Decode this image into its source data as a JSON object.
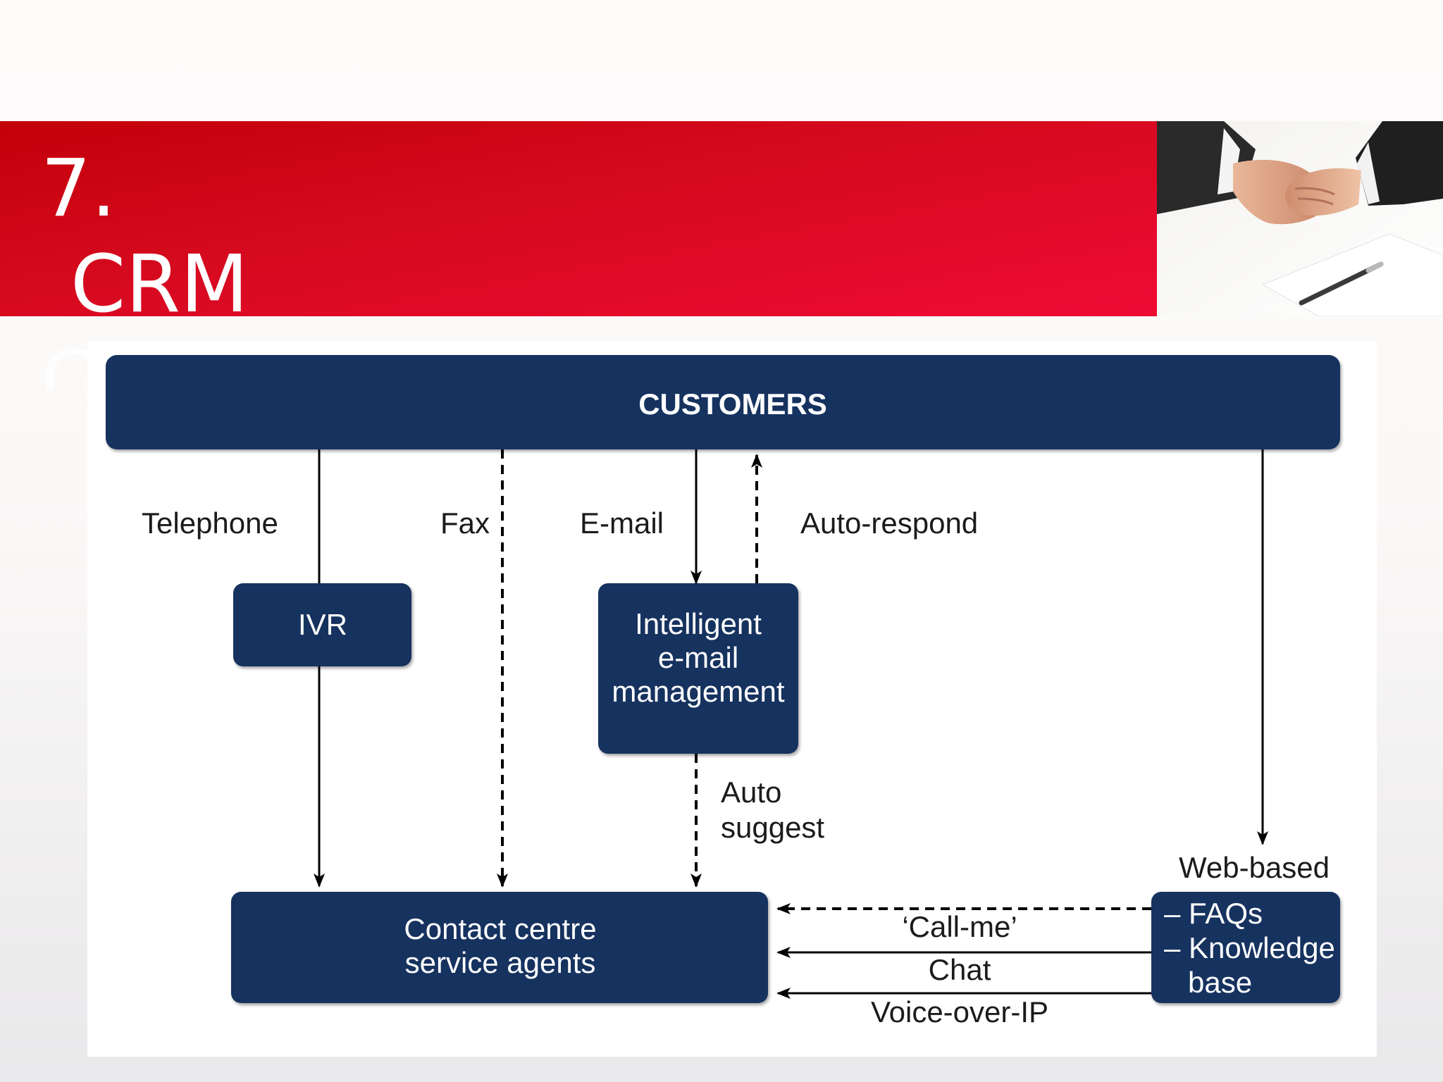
{
  "slide": {
    "number": "7.",
    "title_word": "CRM",
    "title_cutoff": "C",
    "accent_color": "#d60a1f",
    "box_color": "#14305f"
  },
  "photo": {
    "subject": "handshake-photo"
  },
  "diagram": {
    "customers": "CUSTOMERS",
    "ivr": "IVR",
    "email_mgmt": [
      "Intelligent",
      "e-mail",
      "management"
    ],
    "contact_centre": [
      "Contact centre",
      "service agents"
    ],
    "web_box": [
      "– FAQs",
      "– Knowledge",
      "base"
    ],
    "labels": {
      "telephone": "Telephone",
      "fax": "Fax",
      "email": "E-mail",
      "auto_respond": "Auto-respond",
      "auto_suggest": [
        "Auto",
        "suggest"
      ],
      "web_based": "Web-based",
      "call_me": "‘Call-me’",
      "chat": "Chat",
      "voip": "Voice-over-IP"
    }
  }
}
